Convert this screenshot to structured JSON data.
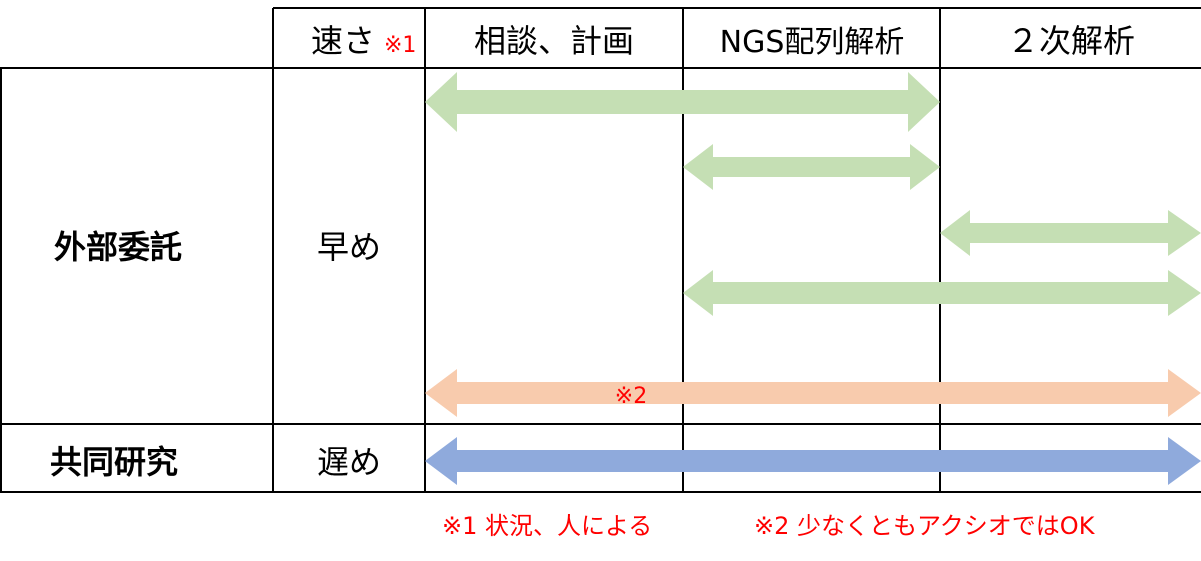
{
  "header": {
    "speed_label": "速さ",
    "speed_note": "※1",
    "phases": [
      "相談、計画",
      "NGS配列解析",
      "２次解析"
    ]
  },
  "rows": [
    {
      "name": "外部委託",
      "speed": "早め"
    },
    {
      "name": "共同研究",
      "speed": "遅め"
    }
  ],
  "arrow_note": "※2",
  "footnotes": {
    "note1": "※1 状況、人による",
    "note2": "※2 少なくともアクシオではOK"
  },
  "colors": {
    "green": "#c5dfb4",
    "orange": "#f8cbad",
    "blue": "#8faadc",
    "note_red": "#ff0000",
    "grid": "#000000"
  },
  "arrows": [
    {
      "row": "外部委託",
      "from_phase": "相談、計画",
      "to_phase": "NGS配列解析",
      "color": "green"
    },
    {
      "row": "外部委託",
      "from_phase": "NGS配列解析",
      "to_phase": "NGS配列解析",
      "color": "green"
    },
    {
      "row": "外部委託",
      "from_phase": "２次解析",
      "to_phase": "２次解析",
      "color": "green"
    },
    {
      "row": "外部委託",
      "from_phase": "NGS配列解析",
      "to_phase": "２次解析",
      "color": "green"
    },
    {
      "row": "外部委託",
      "from_phase": "相談、計画",
      "to_phase": "２次解析",
      "color": "orange",
      "note": "※2"
    },
    {
      "row": "共同研究",
      "from_phase": "相談、計画",
      "to_phase": "２次解析",
      "color": "blue"
    }
  ]
}
